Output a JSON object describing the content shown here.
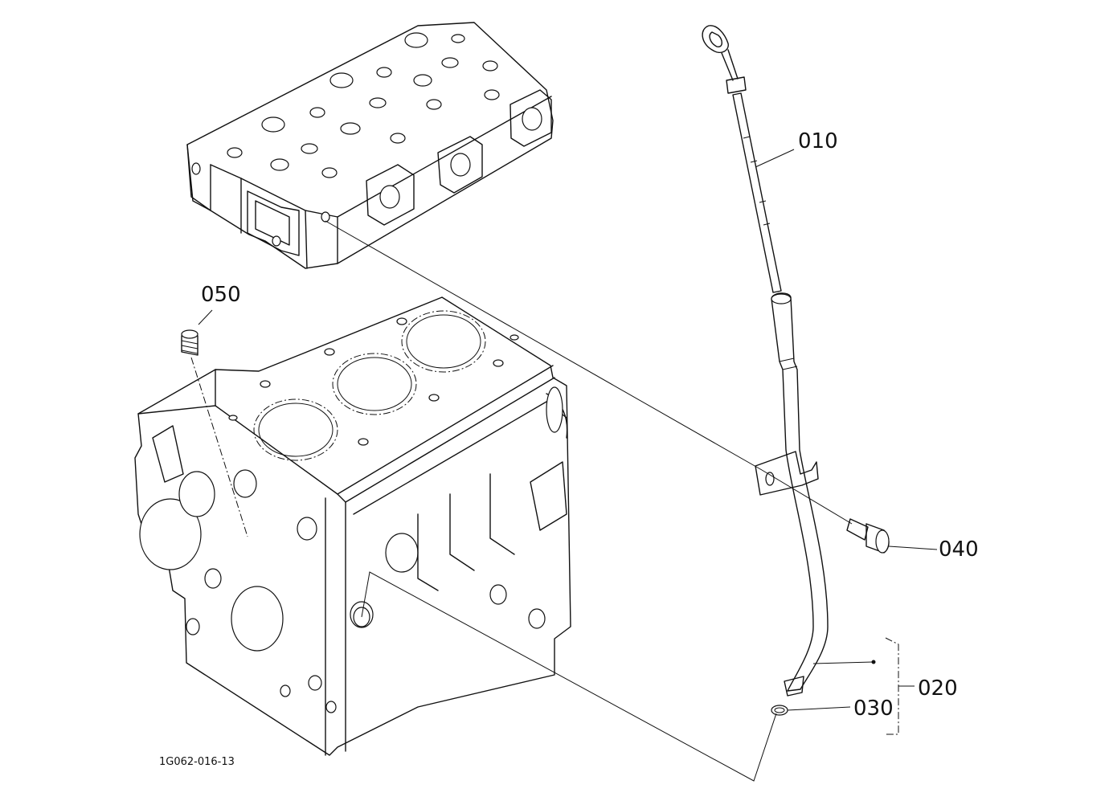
{
  "callouts": {
    "dipstick": "010",
    "guide_assembly": "020",
    "o_ring": "030",
    "bolt": "040",
    "plug": "050"
  },
  "figure_id": "1G062-016-13"
}
